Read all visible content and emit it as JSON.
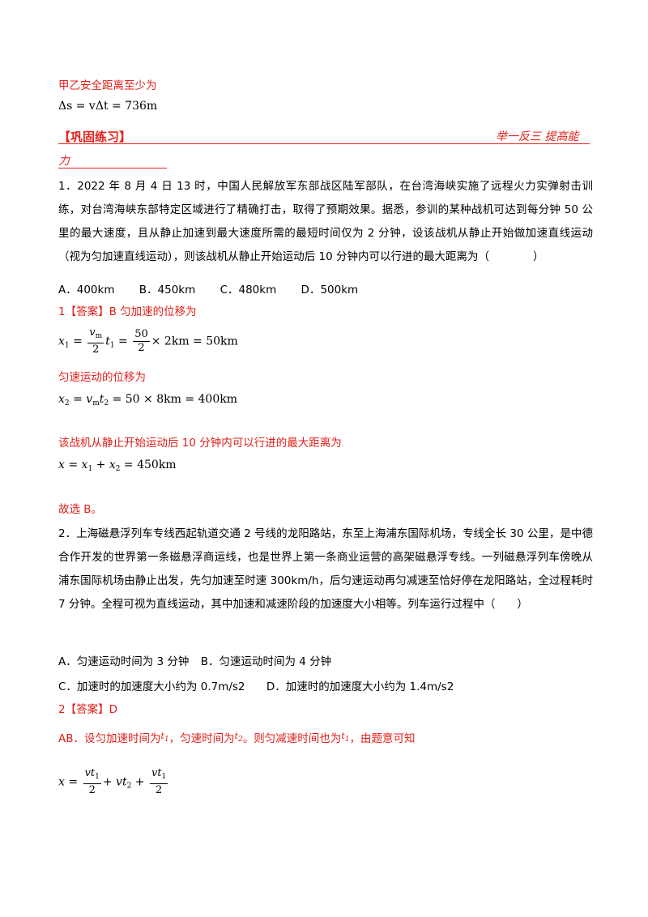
{
  "intro": {
    "label": "甲乙安全距离至少为",
    "formula": "Δs = vΔt = 736m"
  },
  "section": {
    "title": "【巩固练习】",
    "right_title": "举一反三   提高能",
    "continuation": "力"
  },
  "q1": {
    "text": "1．2022 年 8 月 4 日 13 时，中国人民解放军东部战区陆军部队，在台湾海峡实施了远程火力实弹射击训练，对台湾海峡东部特定区域进行了精确打击，取得了预期效果。据悉，参训的某种战机可达到每分钟 50 公里的最大速度，且从静止加速到最大速度所需的最短时间仅为 2 分钟，设该战机从静止开始做加速直线运动（视为匀加速直线运动），则该战机从静止开始运动后 10 分钟内可以行进的最大距离为（　　　　）",
    "options": [
      "A．400km",
      "B．450km",
      "C．480km",
      "D．500km"
    ],
    "answer": "1【答案】B 匀加速的位移为",
    "uniform_label": "匀速运动的位移为",
    "max_label": "该战机从静止开始运动后 10 分钟内可以行进的最大距离为",
    "formula3": "x = x₁ + x₂ = 450km",
    "conclusion": "故选 B。"
  },
  "q2": {
    "text": "2．上海磁悬浮列车专线西起轨道交通 2 号线的龙阳路站，东至上海浦东国际机场，专线全长 30 公里，是中德合作开发的世界第一条磁悬浮商运线，也是世界上第一条商业运营的高架磁悬浮专线。一列磁悬浮列车傍晚从浦东国际机场由静止出发，先匀加速至时速 300km/h，后匀速运动再匀减速至恰好停在龙阳路站，全过程耗时 7 分钟。全程可视为直线运动，其中加速和减速阶段的加速度大小相等。列车运行过程中（　　）",
    "option_a": "A．匀速运动时间为 3 分钟",
    "option_b": "B．匀速运动时间为 4 分钟",
    "option_c": "C．加速时的加速度大小约为 0.7m/s2",
    "option_d": "D．加速时的加速度大小约为 1.4m/s2",
    "answer": "2【答案】D",
    "explain_1": "AB．设匀加速时间为",
    "explain_2": "，匀速时间为",
    "explain_3": "。则匀减速时间也为",
    "explain_4": "，由题意可知"
  },
  "colors": {
    "accent": "#e0201b"
  }
}
